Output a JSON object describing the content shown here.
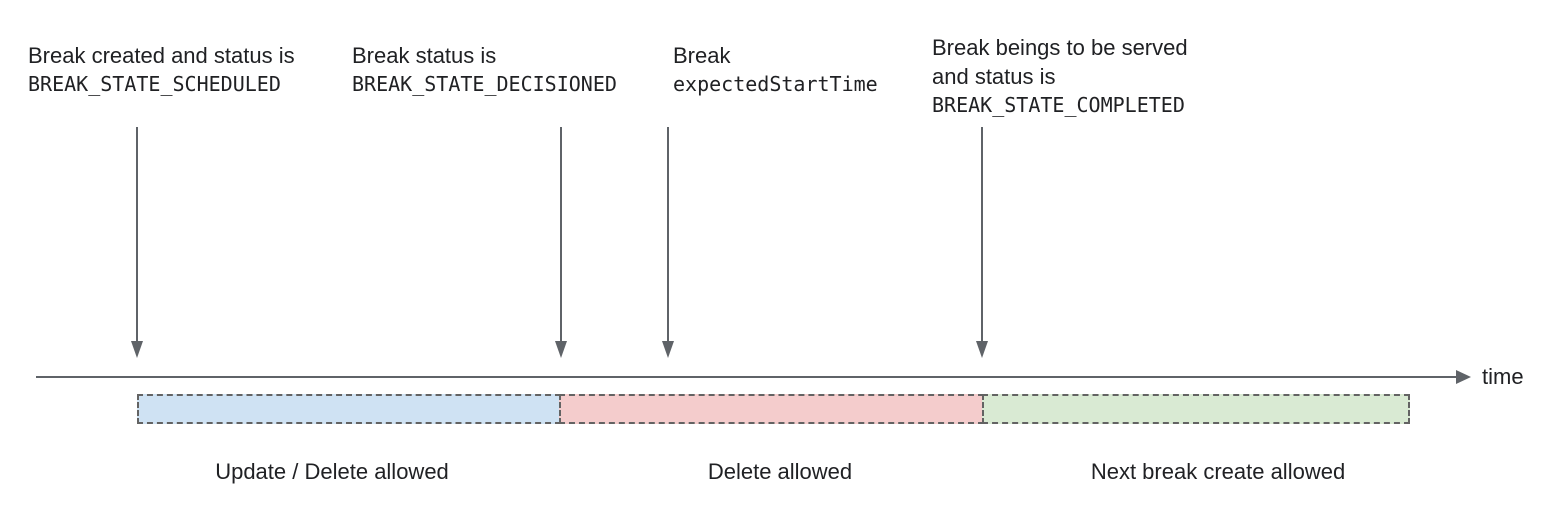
{
  "diagram": {
    "text_color": "#202124",
    "arrow_color": "#5f6368",
    "annotations": [
      {
        "lines": [
          {
            "text": "Break created and status is"
          },
          {
            "text": "BREAK_STATE_SCHEDULED"
          }
        ]
      },
      {
        "lines": [
          {
            "text": "Break status is"
          },
          {
            "text": "BREAK_STATE_DECISIONED"
          }
        ]
      },
      {
        "lines": [
          {
            "text": "Break"
          },
          {
            "text": "expectedStartTime"
          }
        ]
      },
      {
        "lines": [
          {
            "text": "Break beings to be served"
          },
          {
            "text": "and status is"
          },
          {
            "text": "BREAK_STATE_COMPLETED"
          }
        ]
      }
    ],
    "timeline": {
      "axis_label": "time",
      "line_color": "#5f6368"
    },
    "segments": [
      {
        "label": "Update / Delete allowed",
        "fill": "#cfe2f3",
        "border": "#636363"
      },
      {
        "label": "Delete allowed",
        "fill": "#f4cccc",
        "border": "#636363"
      },
      {
        "label": "Next break create allowed",
        "fill": "#d9ead3",
        "border": "#636363"
      }
    ]
  }
}
